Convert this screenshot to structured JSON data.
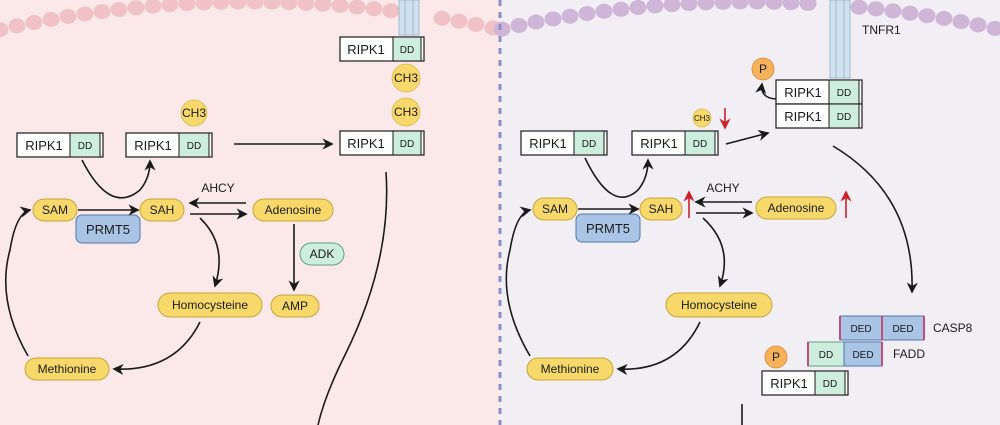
{
  "colors": {
    "left_bg": "#fbe9ea",
    "right_bg": "#f1eef4",
    "left_membrane": "#f0c2c6",
    "right_membrane": "#cfb5d8",
    "metabolite_fill": "#f7d86a",
    "prmt5_fill": "#a9c4e4",
    "adk_fill": "#cdeedf",
    "dd_fill": "#cdeedf",
    "ded_fill": "#a9c4e4",
    "divider": "#8f8fc7",
    "red_arrow": "#d0202a"
  },
  "left": {
    "ripk1_top": {
      "name": "RIPK1",
      "domain": "DD"
    },
    "ch3_upper": "CH3",
    "ch3_lower": "CH3",
    "ripk1_right": {
      "name": "RIPK1",
      "domain": "DD"
    },
    "ripk1_unmethylated": {
      "name": "RIPK1",
      "domain": "DD"
    },
    "ripk1_methylated": {
      "name": "RIPK1",
      "domain": "DD"
    },
    "ch3_methyl": "CH3",
    "sam": "SAM",
    "prmt5": "PRMT5",
    "sah": "SAH",
    "ahcy": "AHCY",
    "adenosine": "Adenosine",
    "adk": "ADK",
    "amp": "AMP",
    "homocysteine": "Homocysteine",
    "methionine": "Methionine"
  },
  "right": {
    "tnfr1": "TNFR1",
    "p_top": "P",
    "ripk1_complex_top": {
      "name": "RIPK1",
      "domain": "DD"
    },
    "ripk1_complex_bottom": {
      "name": "RIPK1",
      "domain": "DD"
    },
    "ripk1_unmethylated": {
      "name": "RIPK1",
      "domain": "DD"
    },
    "ripk1_methylated": {
      "name": "RIPK1",
      "domain": "DD"
    },
    "ch3_small": "CH3",
    "sam": "SAM",
    "prmt5": "PRMT5",
    "sah": "SAH",
    "achy": "ACHY",
    "adenosine": "Adenosine",
    "homocysteine": "Homocysteine",
    "methionine": "Methionine",
    "casp8": {
      "label": "CASP8",
      "domain1": "DED",
      "domain2": "DED"
    },
    "fadd": {
      "label": "FADD",
      "domain1": "DD",
      "domain2": "DED"
    },
    "p_bottom": "P",
    "ripk1_bottom": {
      "name": "RIPK1",
      "domain": "DD"
    }
  }
}
